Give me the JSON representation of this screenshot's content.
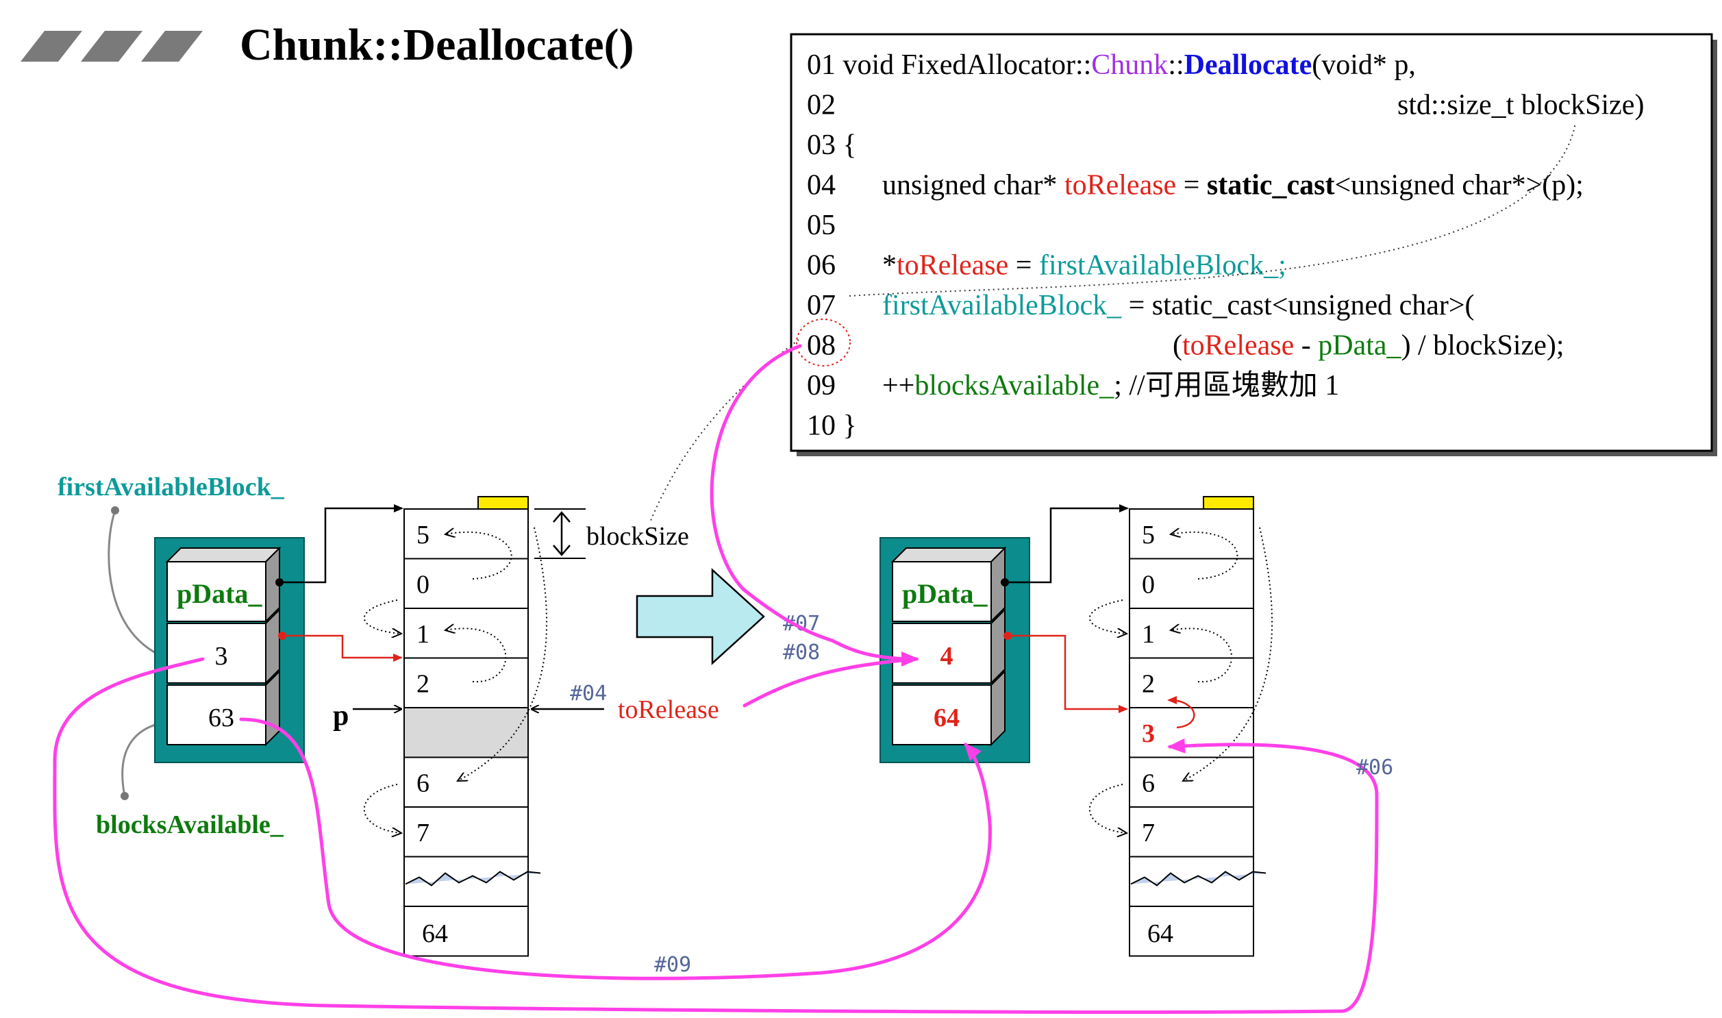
{
  "title": "Chunk::Deallocate()",
  "code": {
    "lines": [
      [
        {
          "t": "01 void FixedAllocator::"
        },
        {
          "t": "Chunk",
          "c": "purple"
        },
        {
          "t": "::"
        },
        {
          "t": "Deallocate",
          "c": "blue",
          "b": true
        },
        {
          "t": "(void* p,"
        }
      ],
      [
        {
          "t": "02"
        }
      ],
      [
        {
          "t": "03 {"
        }
      ],
      [
        {
          "t": "04"
        }
      ],
      [
        {
          "t": "05"
        }
      ],
      [
        {
          "t": "06"
        }
      ],
      [
        {
          "t": "07"
        }
      ],
      [
        {
          "t": "08"
        }
      ],
      [
        {
          "t": "09"
        }
      ],
      [
        {
          "t": "10 }"
        }
      ]
    ],
    "cont": [
      null,
      [
        {
          "t": "std::size_t blockSize)"
        }
      ],
      null,
      [
        {
          "t": "unsigned char* "
        },
        {
          "t": "toRelease",
          "c": "red"
        },
        {
          "t": " = "
        },
        {
          "t": "static_cast",
          "b": true
        },
        {
          "t": "<unsigned char*>(p);"
        }
      ],
      null,
      [
        {
          "t": "*"
        },
        {
          "t": "toRelease",
          "c": "red"
        },
        {
          "t": " = "
        },
        {
          "t": "firstAvailableBlock_;",
          "c": "teal"
        }
      ],
      [
        {
          "t": "firstAvailableBlock_",
          "c": "teal"
        },
        {
          "t": " = static_cast<unsigned char>("
        }
      ],
      [
        {
          "t": "("
        },
        {
          "t": "toRelease",
          "c": "red"
        },
        {
          "t": " - "
        },
        {
          "t": "pData_",
          "c": "green"
        },
        {
          "t": ") / blockSize);"
        }
      ],
      [
        {
          "t": "++"
        },
        {
          "t": "blocksAvailable_",
          "c": "green"
        },
        {
          "t": ";  //可用區塊數加 1"
        }
      ],
      null
    ]
  },
  "labels": {
    "first_available": "firstAvailableBlock_",
    "blocks_available": "blocksAvailable_",
    "pdata": "pData_",
    "block_size": "blockSize",
    "p": "p",
    "to_release": "toRelease"
  },
  "left_chunk": {
    "first_available_value": "3",
    "blocks_available_value": "63"
  },
  "right_chunk": {
    "first_available_value": "4",
    "blocks_available_value": "64"
  },
  "left_blocks": [
    "5",
    "0",
    "1",
    "2",
    "",
    "6",
    "7",
    "",
    "64"
  ],
  "right_blocks": [
    "5",
    "0",
    "1",
    "2",
    "3",
    "6",
    "7",
    "",
    "64"
  ],
  "step_tags": {
    "s04": "#04",
    "s06": "#06",
    "s07": "#07",
    "s08": "#08",
    "s09": "#09"
  },
  "colors": {
    "teal": "#0e9a9a",
    "green": "#0d7a0d",
    "red": "#e0231a",
    "magenta": "#ff40e8",
    "purple": "#a030e0",
    "blue": "#1010e0",
    "chunk_box": "#0c8c8c",
    "arrow_fill": "#b8eaf0",
    "yellow": "#ffea00",
    "tag": "#556699"
  }
}
